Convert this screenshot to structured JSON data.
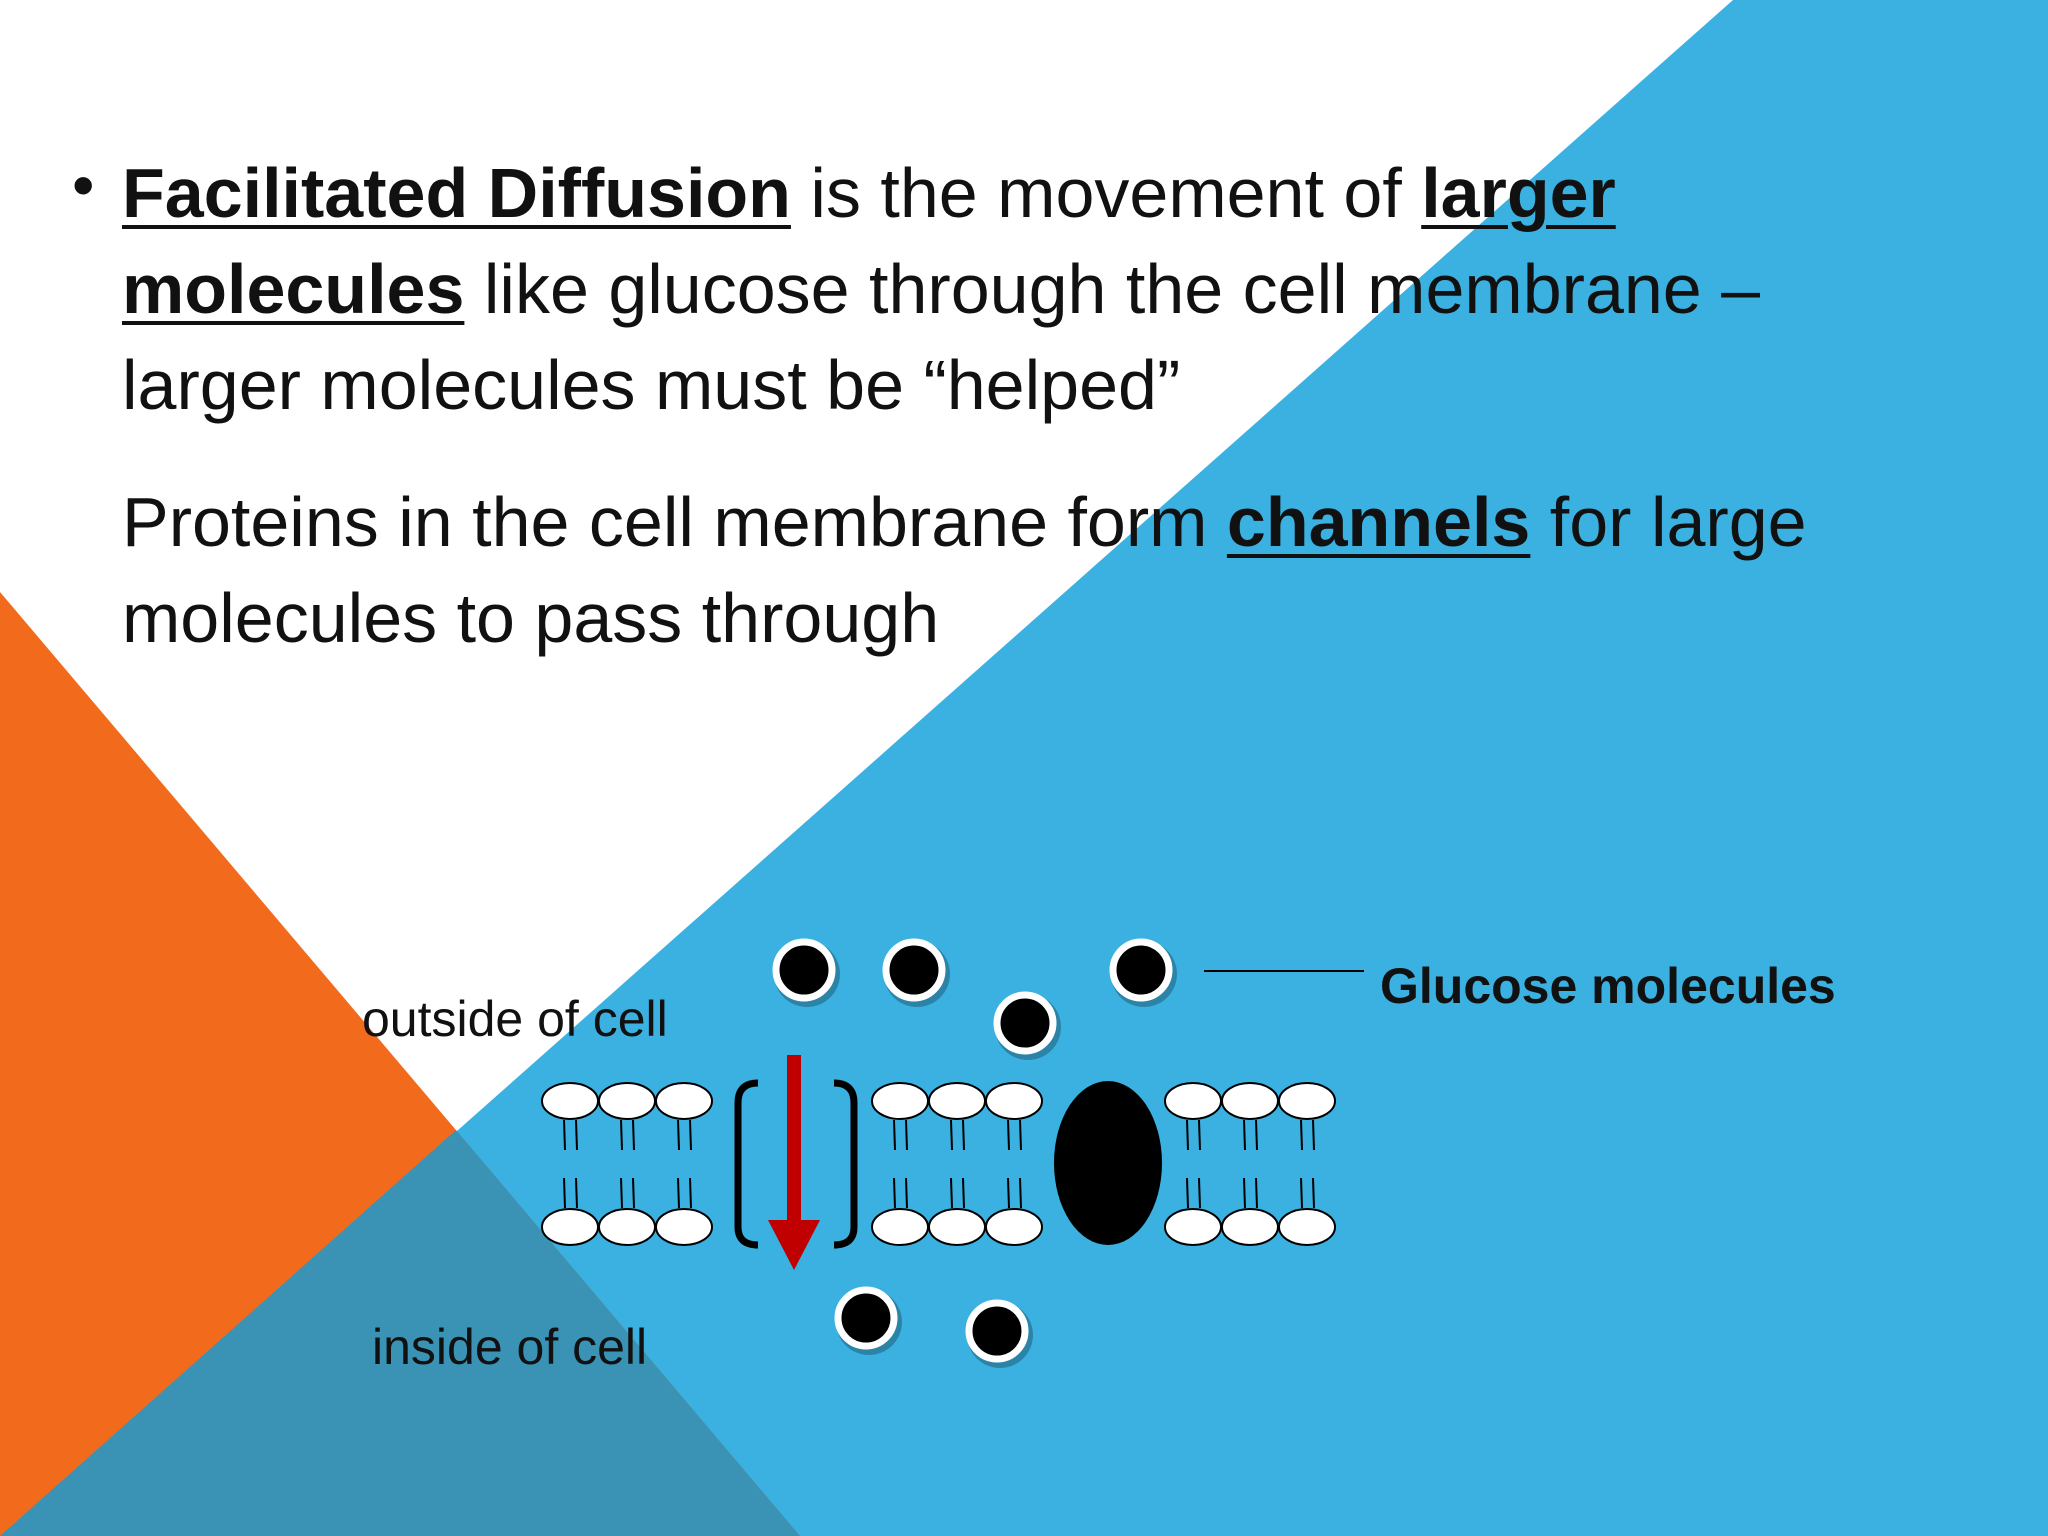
{
  "slide": {
    "bullet": {
      "term": "Facilitated Diffusion",
      "text1": " is the movement of ",
      "term2": "larger molecules",
      "text2": " like glucose through the cell membrane – larger molecules must be “helped”"
    },
    "paragraph2": {
      "text1": "Proteins in the cell membrane form ",
      "term": "channels",
      "text2": " for large molecules to pass through"
    }
  },
  "diagram": {
    "label_outside": "outside of cell",
    "label_inside": "inside of cell",
    "label_glucose": "Glucose molecules"
  },
  "colors": {
    "orange": "#F26B1D",
    "blue": "#3AB1E0",
    "overlap": "#3A93B5",
    "arrow": "#C00000"
  }
}
